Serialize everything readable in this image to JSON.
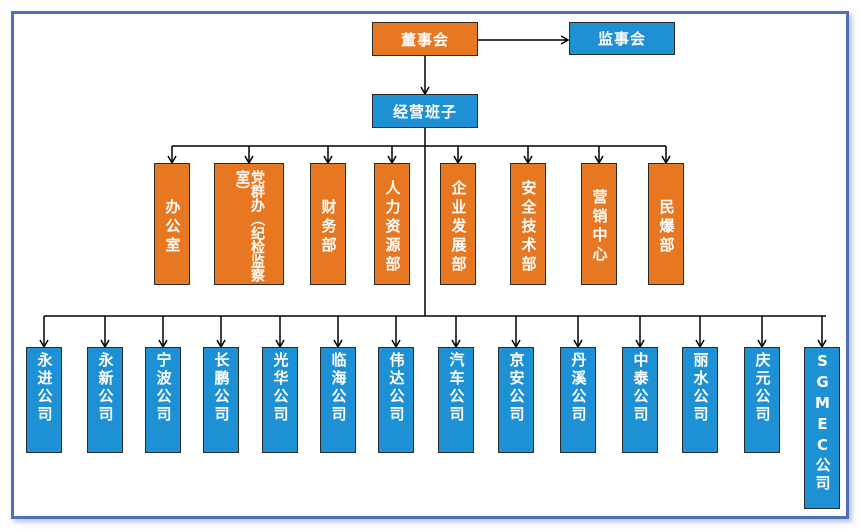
{
  "colors": {
    "executive": "#e87722",
    "management": "#1e90d4",
    "line": "#000000",
    "frame": "#4f6fb8"
  },
  "board": "董事会",
  "supervisors": "监事会",
  "management": "经营班子",
  "departments": [
    "办公室",
    "党群办（纪检监察室）",
    "财务部",
    "人力资源部",
    "企业发展部",
    "安全技术部",
    "营销中心",
    "民爆部"
  ],
  "companies": [
    "永进公司",
    "永新公司",
    "宁波公司",
    "长鹏公司",
    "光华公司",
    "临海公司",
    "伟达公司",
    "汽车公司",
    "京安公司",
    "丹溪公司",
    "中泰公司",
    "丽水公司",
    "庆元公司",
    "SGMEC公司"
  ]
}
